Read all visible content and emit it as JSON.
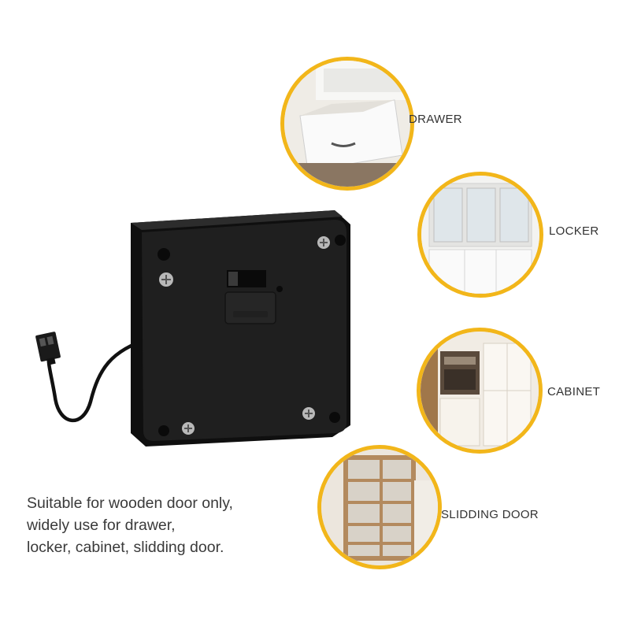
{
  "applications": [
    {
      "label": "DRAWER"
    },
    {
      "label": "LOCKER"
    },
    {
      "label": "CABINET"
    },
    {
      "label": "SLIDDING DOOR"
    }
  ],
  "description": {
    "lines": [
      "Suitable for wooden door only,",
      "widely use for drawer,",
      "locker, cabinet, slidding door."
    ]
  },
  "colors": {
    "ring": "#f2b61a",
    "lock_body": "#1c1c1c",
    "text": "#333333"
  }
}
